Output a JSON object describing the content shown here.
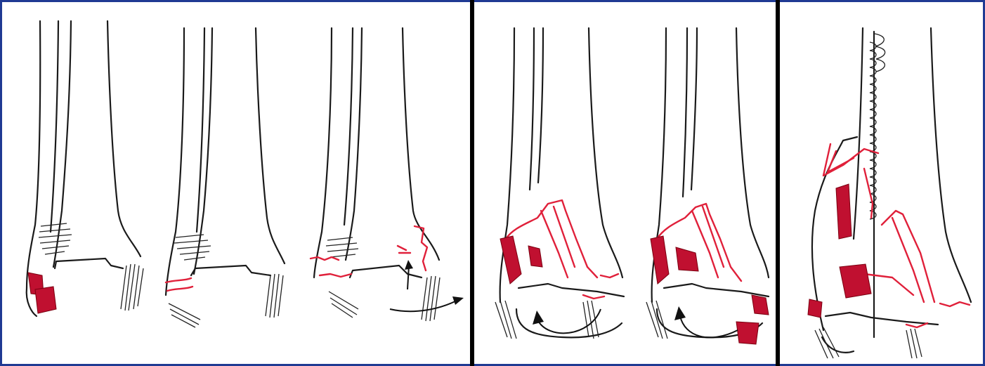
{
  "figure": {
    "panels": [
      {
        "id": "panel-1",
        "drawings": 3
      },
      {
        "id": "panel-2",
        "drawings": 2
      },
      {
        "id": "panel-3",
        "drawings": 1
      }
    ],
    "colors": {
      "border": "#1f3a93",
      "divider": "#000000",
      "ink": "#1a1a1a",
      "fracture": "#e0203a",
      "fracture_fill": "#c01030"
    },
    "icons": [
      "arrow-icon",
      "curved-arrow-icon",
      "spiral-fracture-line"
    ]
  }
}
